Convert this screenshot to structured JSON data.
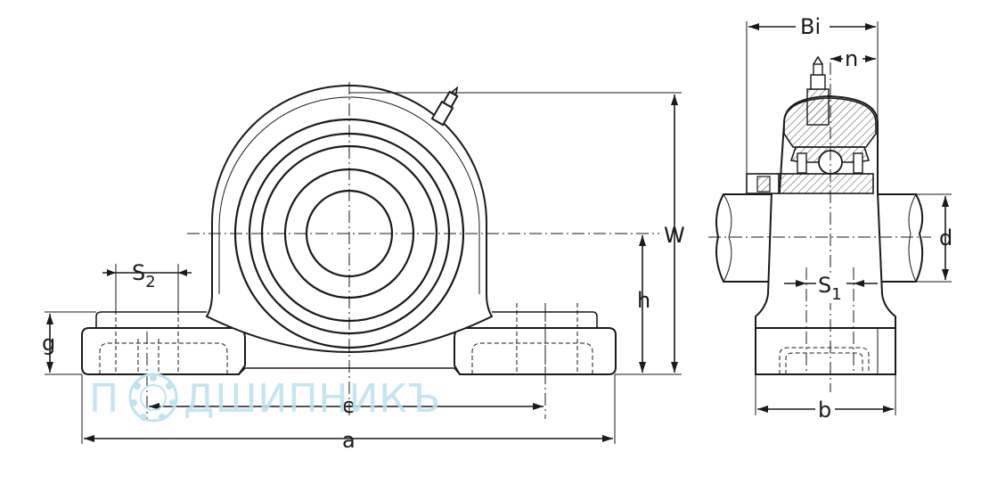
{
  "dimensions": {
    "Bi": "Bi",
    "n": "n",
    "W": "W",
    "S2_main": "S",
    "S2_sub": "2",
    "h": "h",
    "g": "g",
    "d": "d",
    "S1_main": "S",
    "S1_sub": "1",
    "e": "e",
    "a": "a",
    "b": "b"
  },
  "watermark": {
    "prefix": "П",
    "suffix": "ДШИПНИКЪ"
  },
  "colors": {
    "line": "#1a1a1a",
    "watermark": "#bfe3ef",
    "hatch": "#555555"
  }
}
